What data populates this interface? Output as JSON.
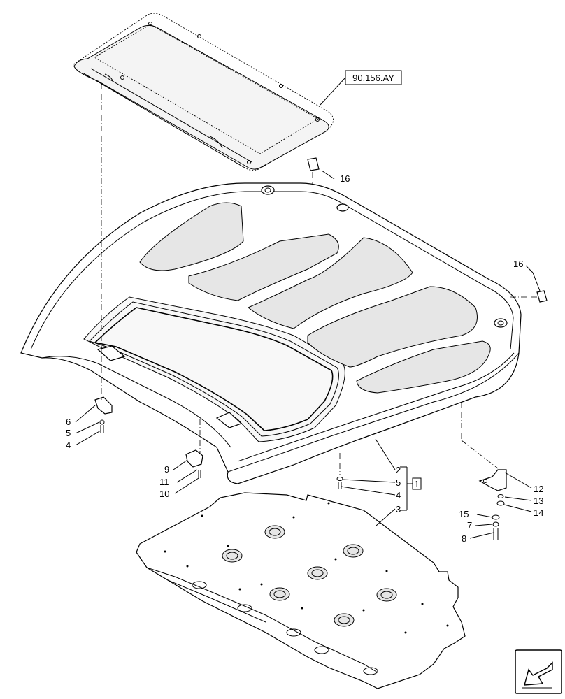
{
  "reference_label": "90.156.AY",
  "callouts": {
    "c1": "1",
    "c2": "2",
    "c3": "3",
    "c4a": "4",
    "c4b": "4",
    "c5a": "5",
    "c5b": "5",
    "c6": "6",
    "c7": "7",
    "c8": "8",
    "c9": "9",
    "c10": "10",
    "c11": "11",
    "c12": "12",
    "c13": "13",
    "c14": "14",
    "c15": "15",
    "c16a": "16",
    "c16b": "16"
  },
  "nav_icon": "next-page-arrow-icon"
}
